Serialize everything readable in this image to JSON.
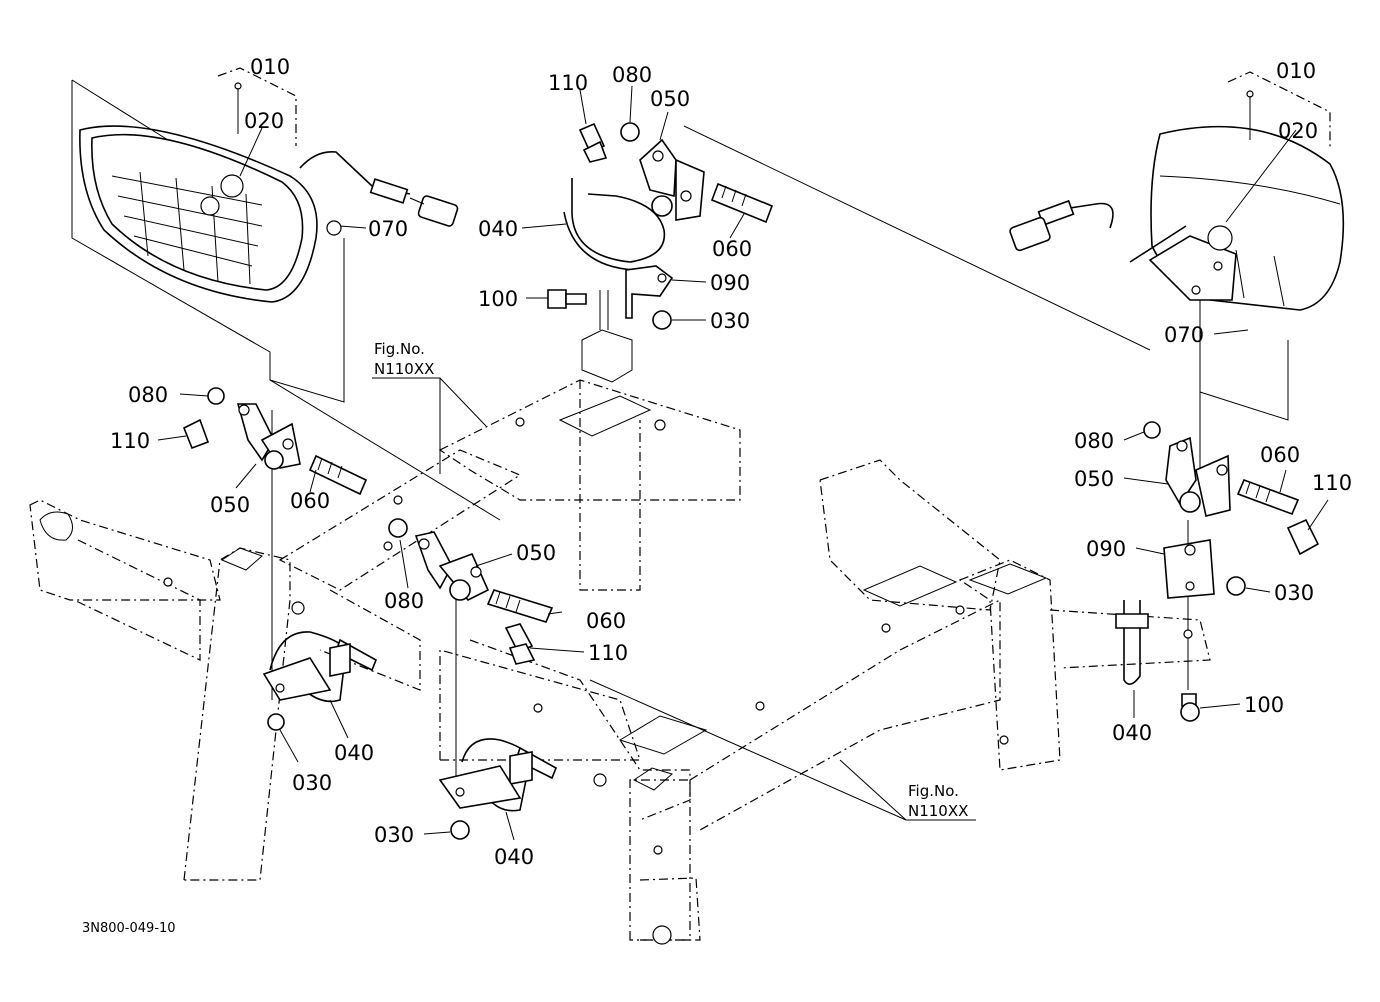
{
  "diagram": {
    "drawing_code": "3N800-049-10",
    "figure_refs": [
      {
        "line1": "Fig.No.",
        "line2": "N110XX"
      },
      {
        "line1": "Fig.No.",
        "line2": "N110XX"
      }
    ],
    "callouts": [
      "010",
      "020",
      "070",
      "110",
      "080",
      "050",
      "040",
      "060",
      "090",
      "100",
      "030",
      "080",
      "110",
      "050",
      "060",
      "080",
      "050",
      "060",
      "110",
      "040",
      "030",
      "030",
      "040",
      "010",
      "020",
      "070",
      "080",
      "060",
      "050",
      "110",
      "090",
      "030",
      "040",
      "100"
    ]
  }
}
